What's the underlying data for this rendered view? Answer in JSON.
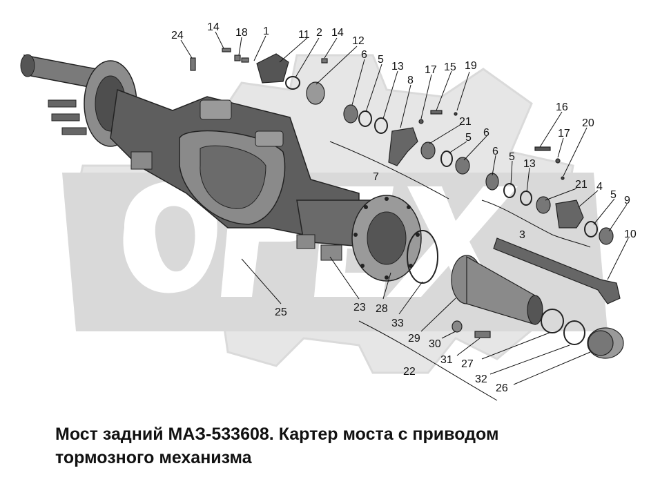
{
  "watermark": {
    "text": "OPEX"
  },
  "caption": {
    "line1": "Мост задний МАЗ-533608. Картер моста с приводом",
    "line2": "тормозного механизма"
  },
  "callouts": [
    {
      "id": "c24",
      "label": "24"
    },
    {
      "id": "c14a",
      "label": "14"
    },
    {
      "id": "c18",
      "label": "18"
    },
    {
      "id": "c1",
      "label": "1"
    },
    {
      "id": "c11",
      "label": "11"
    },
    {
      "id": "c2",
      "label": "2"
    },
    {
      "id": "c14b",
      "label": "14"
    },
    {
      "id": "c12",
      "label": "12"
    },
    {
      "id": "c6a",
      "label": "6"
    },
    {
      "id": "c5a",
      "label": "5"
    },
    {
      "id": "c13a",
      "label": "13"
    },
    {
      "id": "c8",
      "label": "8"
    },
    {
      "id": "c17a",
      "label": "17"
    },
    {
      "id": "c15",
      "label": "15"
    },
    {
      "id": "c19",
      "label": "19"
    },
    {
      "id": "c16",
      "label": "16"
    },
    {
      "id": "c17b",
      "label": "17"
    },
    {
      "id": "c20",
      "label": "20"
    },
    {
      "id": "c21a",
      "label": "21"
    },
    {
      "id": "c5b",
      "label": "5"
    },
    {
      "id": "c6b",
      "label": "6"
    },
    {
      "id": "c6c",
      "label": "6"
    },
    {
      "id": "c5c",
      "label": "5"
    },
    {
      "id": "c13b",
      "label": "13"
    },
    {
      "id": "c21b",
      "label": "21"
    },
    {
      "id": "c4",
      "label": "4"
    },
    {
      "id": "c5d",
      "label": "5"
    },
    {
      "id": "c9",
      "label": "9"
    },
    {
      "id": "c7",
      "label": "7"
    },
    {
      "id": "c3",
      "label": "3"
    },
    {
      "id": "c10",
      "label": "10"
    },
    {
      "id": "c25",
      "label": "25"
    },
    {
      "id": "c23",
      "label": "23"
    },
    {
      "id": "c28",
      "label": "28"
    },
    {
      "id": "c33",
      "label": "33"
    },
    {
      "id": "c29",
      "label": "29"
    },
    {
      "id": "c30",
      "label": "30"
    },
    {
      "id": "c31",
      "label": "31"
    },
    {
      "id": "c27",
      "label": "27"
    },
    {
      "id": "c32",
      "label": "32"
    },
    {
      "id": "c26",
      "label": "26"
    },
    {
      "id": "c22",
      "label": "22"
    }
  ]
}
